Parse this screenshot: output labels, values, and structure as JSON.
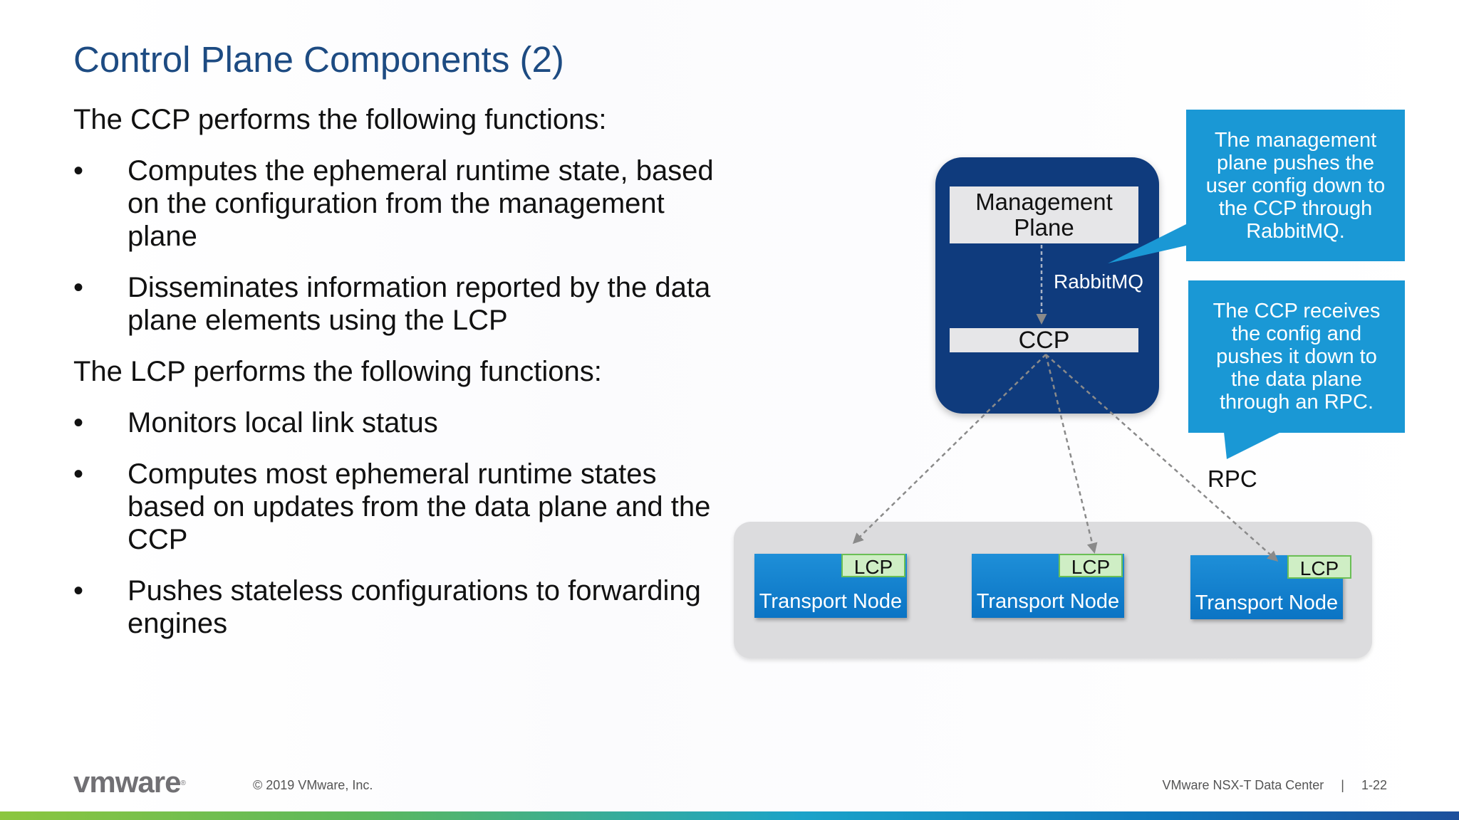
{
  "title": "Control Plane Components (2)",
  "body": {
    "ccp_lead": "The CCP performs the following functions:",
    "ccp_bullets": [
      "Computes the ephemeral runtime state, based on the configuration from the management plane",
      "Disseminates information reported by the data plane elements using the LCP"
    ],
    "lcp_lead": "The LCP performs the following functions:",
    "lcp_bullets": [
      "Monitors local link status",
      "Computes most ephemeral runtime states based on updates from the data plane and the CCP",
      "Pushes stateless configurations to forwarding engines"
    ],
    "bullet_glyph": "•"
  },
  "diagram": {
    "management_plane_line1": "Management",
    "management_plane_line2": "Plane",
    "rabbitmq": "RabbitMQ",
    "ccp": "CCP",
    "rpc": "RPC",
    "callout_management": "The management plane pushes the user config down to the CCP through RabbitMQ.",
    "callout_ccp": "The CCP receives the config and pushes it down to the data plane through an RPC.",
    "transport_nodes": [
      {
        "label": "Transport Node",
        "agent": "LCP"
      },
      {
        "label": "Transport Node",
        "agent": "LCP"
      },
      {
        "label": "Transport Node",
        "agent": "LCP"
      }
    ]
  },
  "footer": {
    "logo": "vmware",
    "logo_mark": "®",
    "copyright": "© 2019 VMware, Inc.",
    "product": "VMware NSX-T Data Center",
    "separator": "|",
    "page": "1-22"
  },
  "colors": {
    "title": "#1d4b82",
    "mp_container": "#0f3b7d",
    "callout": "#1a98d5",
    "transport_node": "#0b74c4",
    "lcp_tag": "#cfeec5"
  }
}
